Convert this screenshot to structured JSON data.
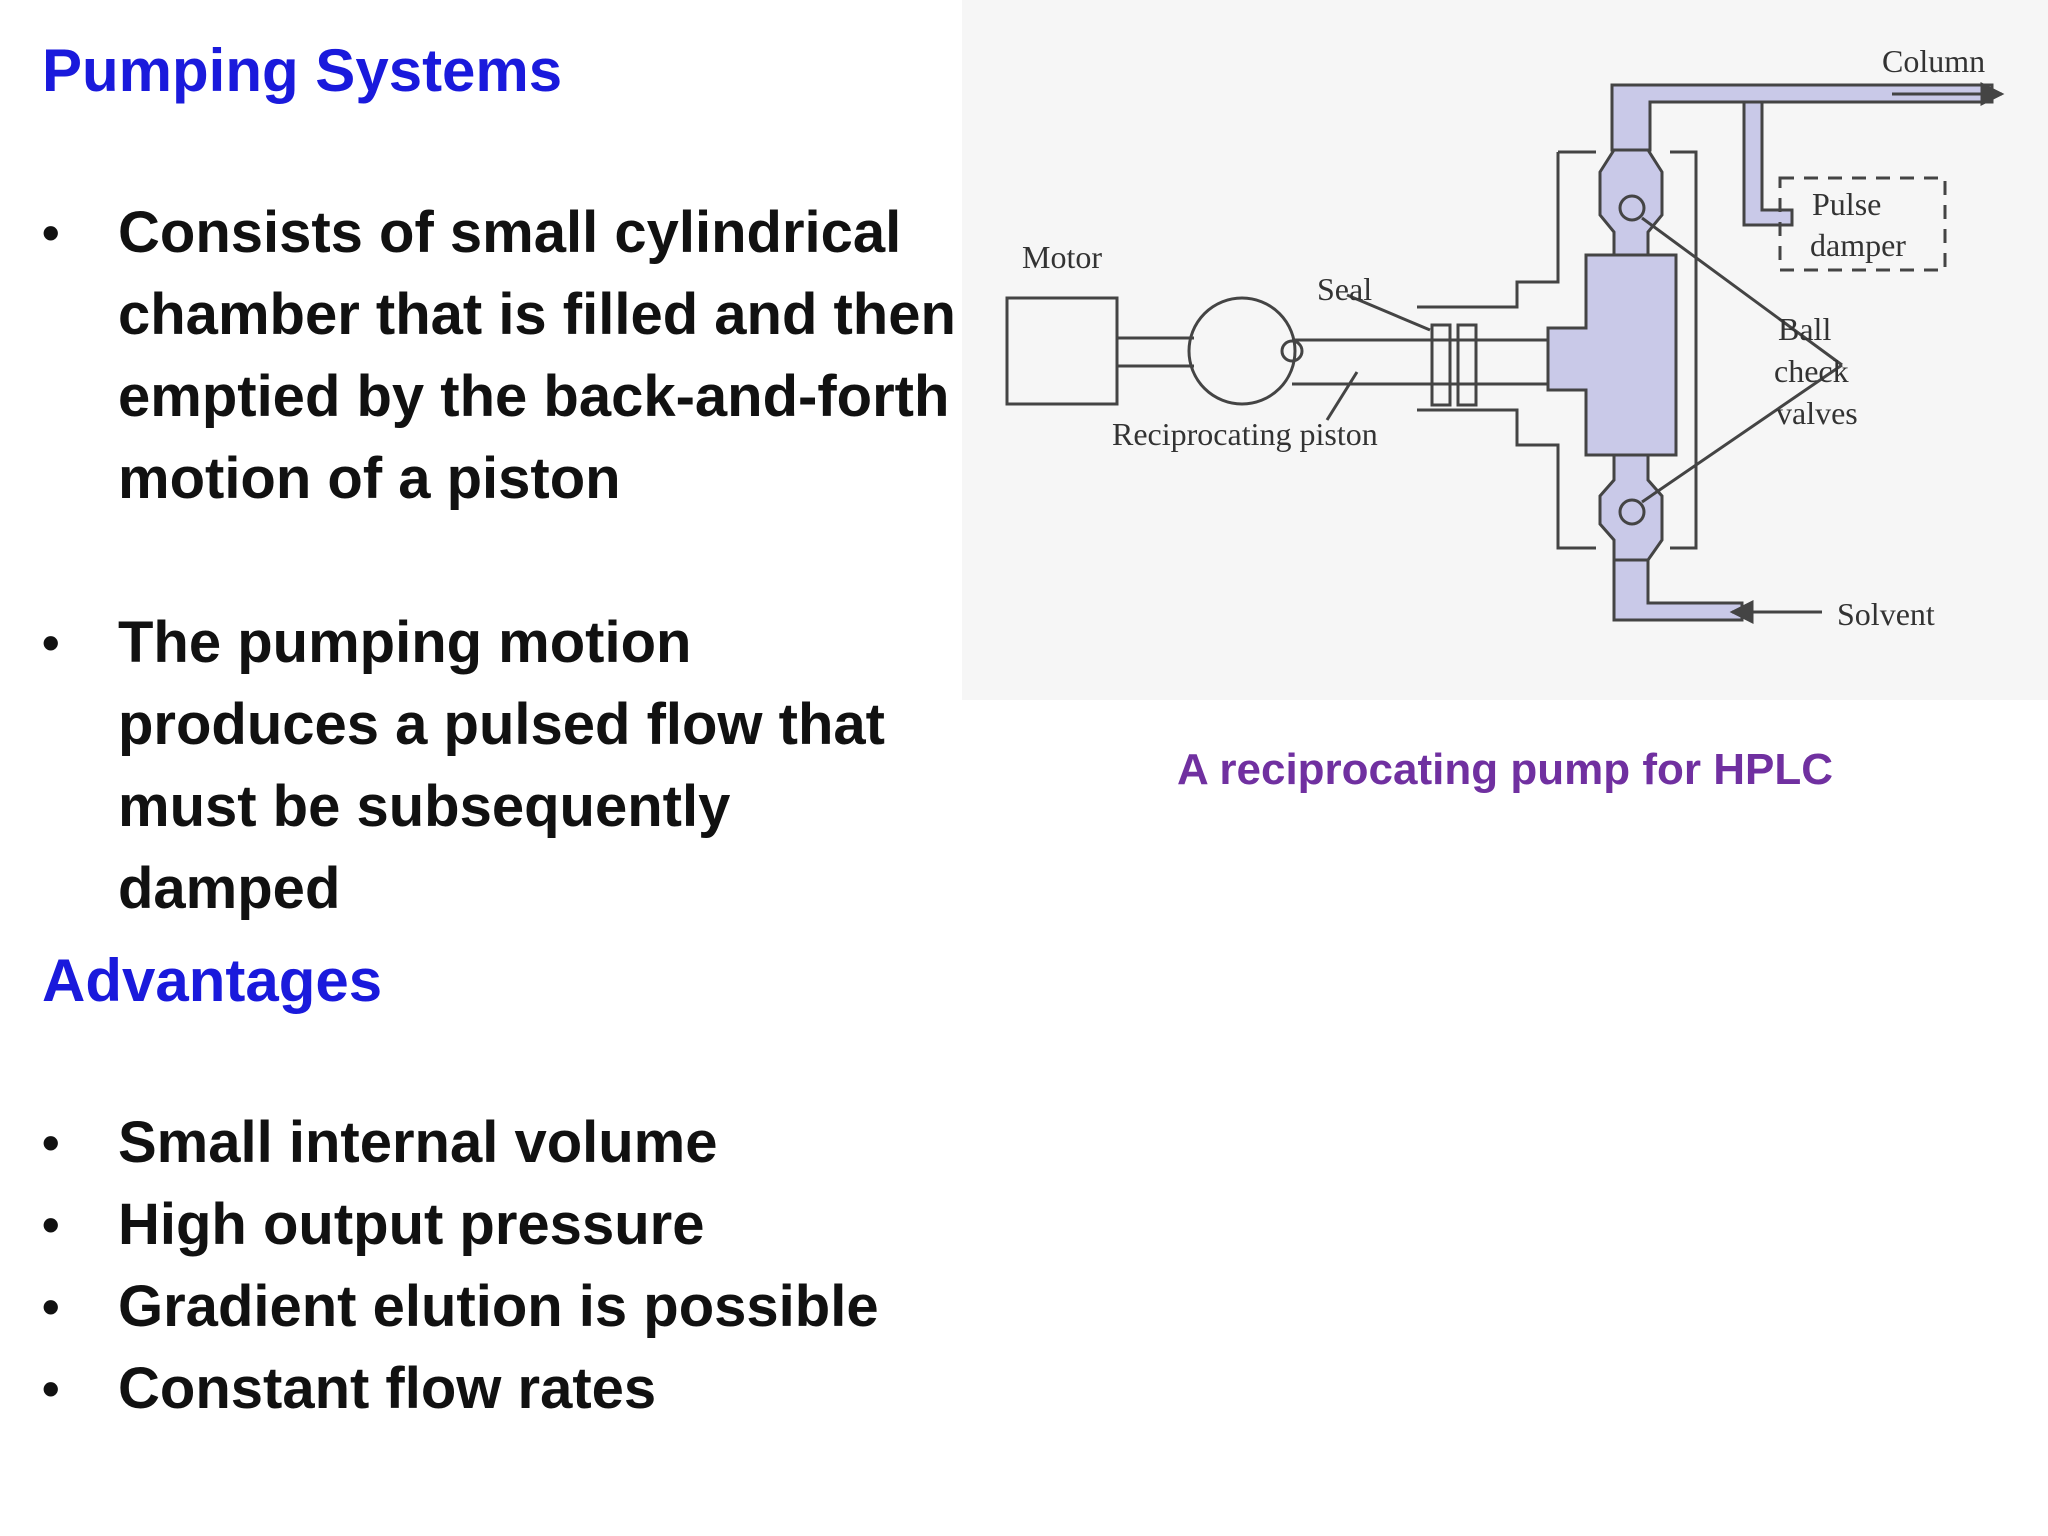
{
  "section1": {
    "title": "Pumping Systems",
    "bullets": [
      "Consists of small cylindrical chamber that is filled and then emptied by the back-and-forth motion of a piston",
      "The pumping motion produces a pulsed flow that must be subsequently damped"
    ]
  },
  "section2": {
    "title": "Advantages",
    "bullets": [
      "Small internal volume",
      "High output pressure",
      "Gradient elution is possible",
      "Constant flow rates"
    ]
  },
  "figure": {
    "labels": {
      "column": "Column",
      "pulse": "Pulse",
      "damper": "damper",
      "motor": "Motor",
      "seal": "Seal",
      "ball": "Ball",
      "check": "check",
      "valves": "valves",
      "piston": "Reciprocating piston",
      "solvent": "Solvent"
    },
    "caption": "A reciprocating pump for HPLC",
    "colors": {
      "fluid": "#c9c9e8",
      "line": "#444444"
    }
  }
}
